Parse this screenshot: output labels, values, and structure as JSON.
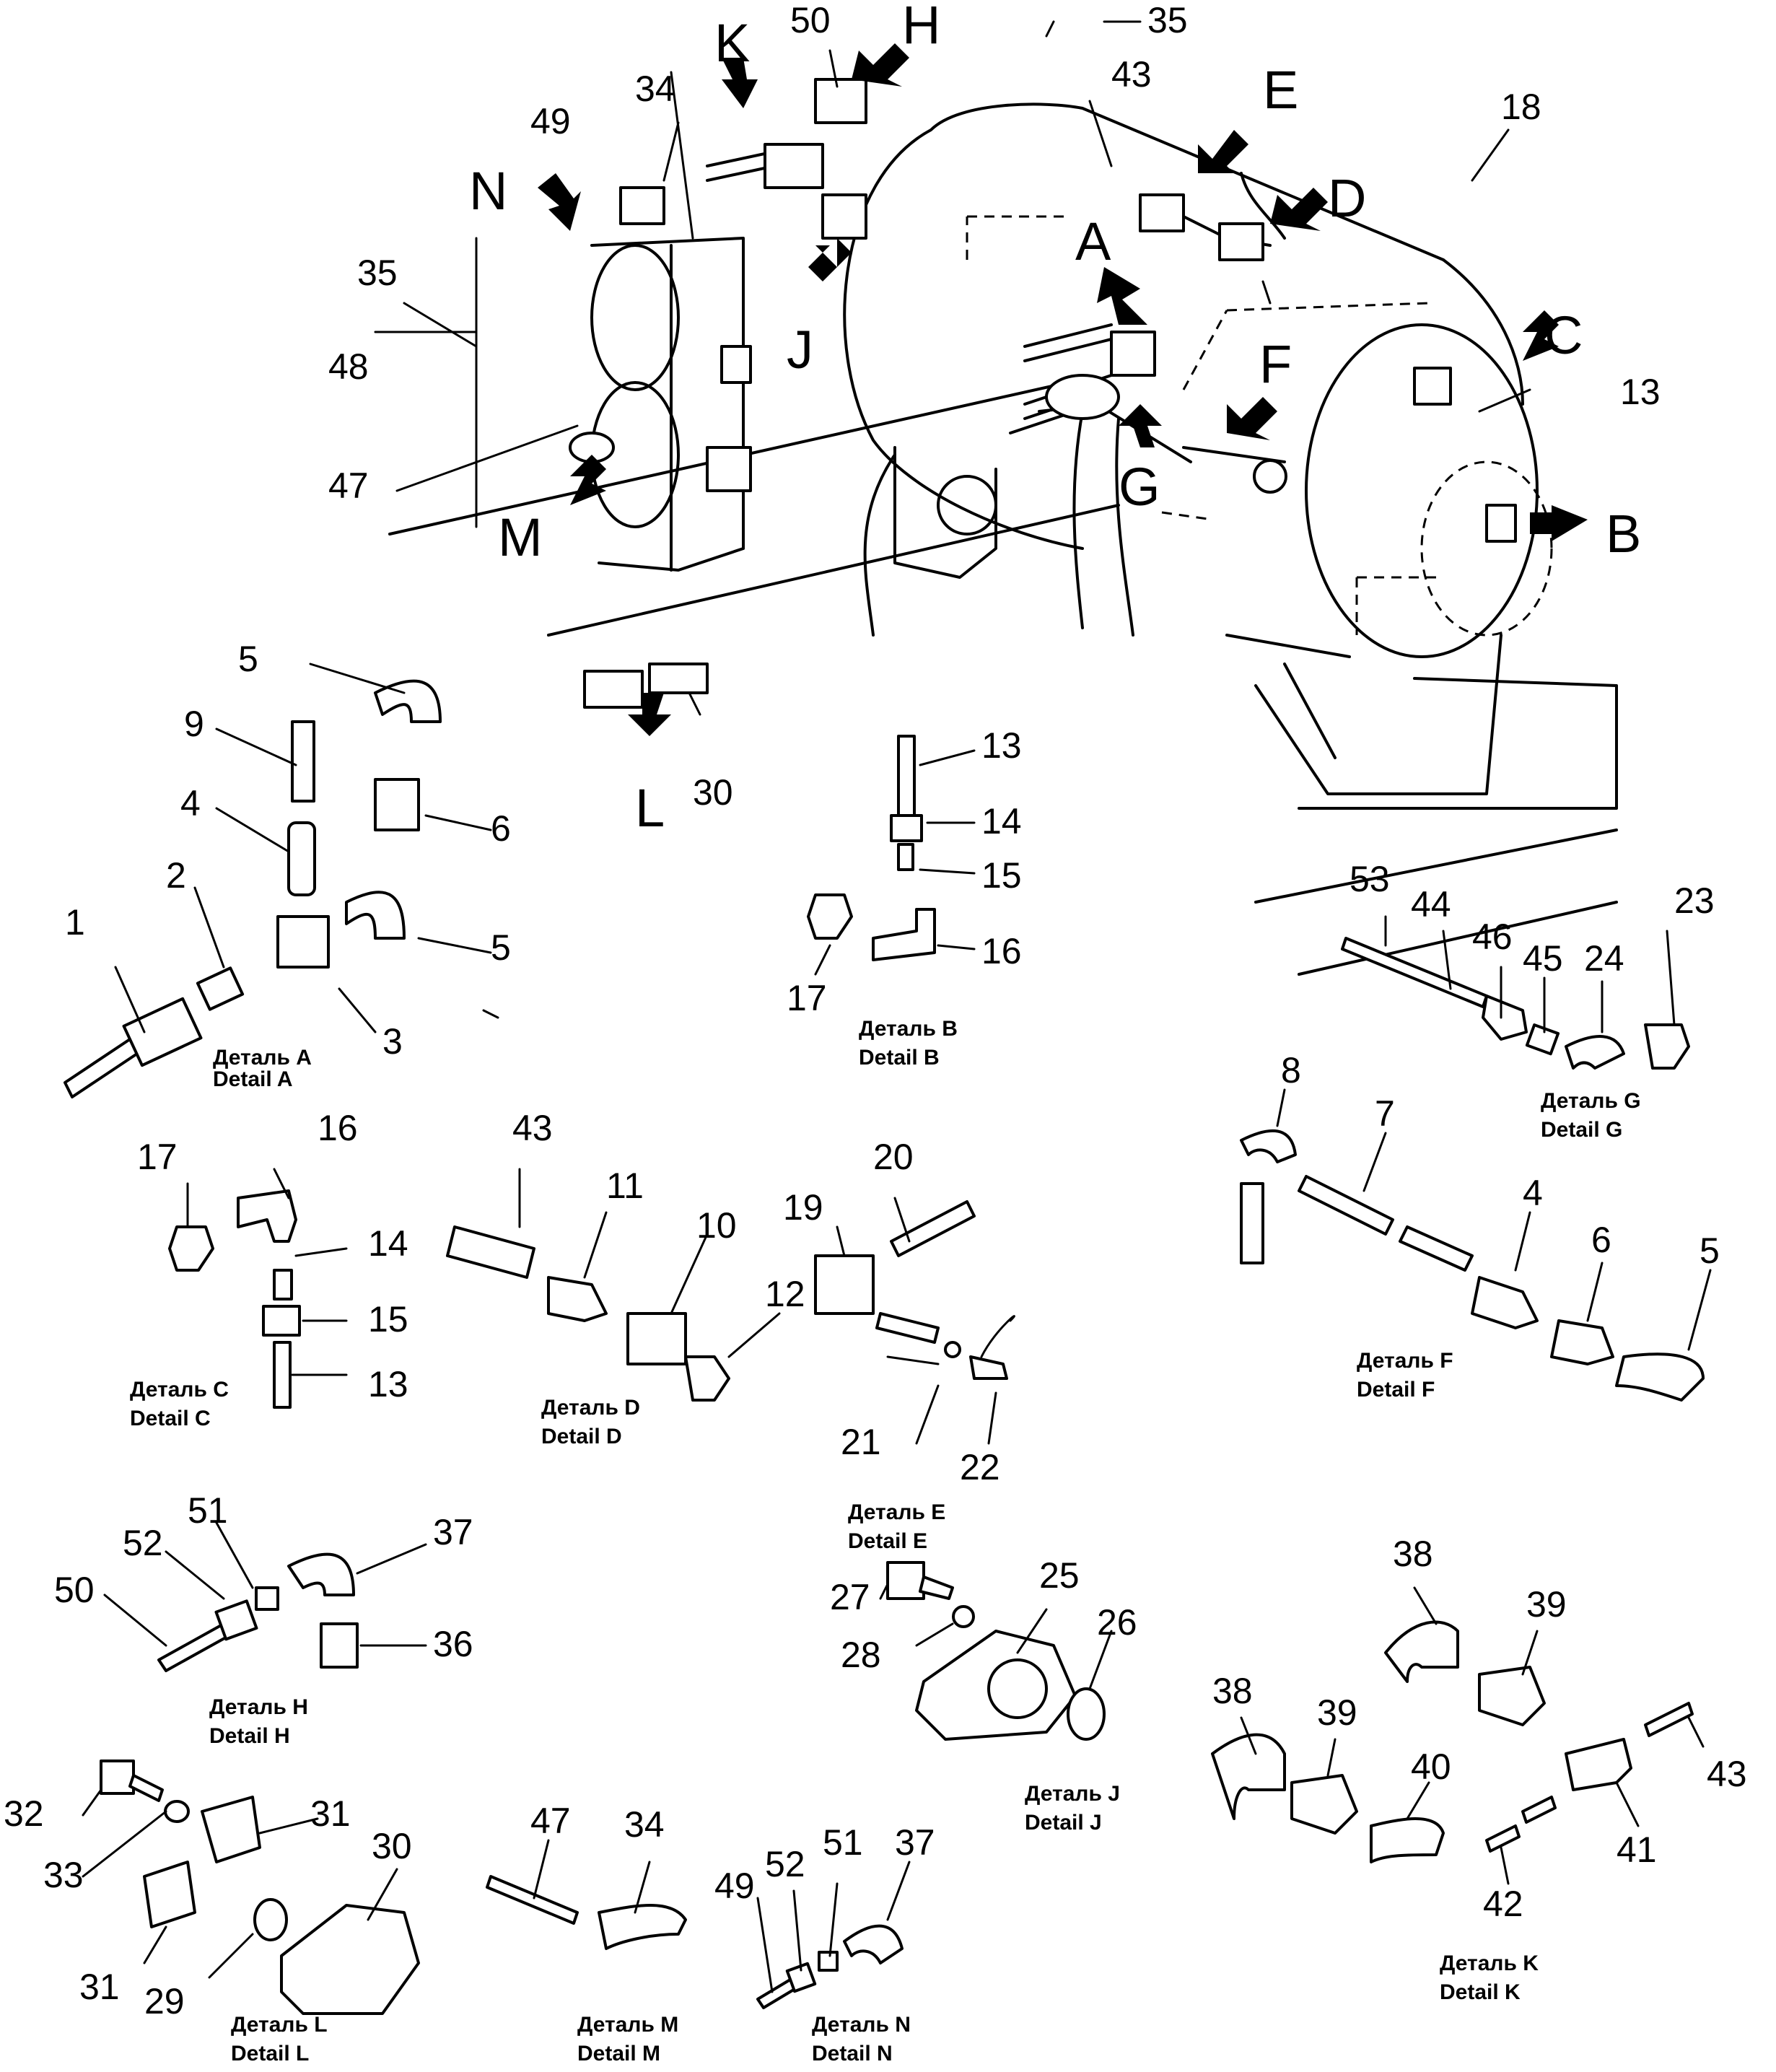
{
  "views": {
    "A": "A",
    "B": "B",
    "C": "C",
    "D": "D",
    "E": "E",
    "F": "F",
    "G": "G",
    "H": "H",
    "J": "J",
    "K": "K",
    "L": "L",
    "M": "M",
    "N": "N"
  },
  "main_callouts": {
    "p35a": "35",
    "p50": "50",
    "p43": "43",
    "p18": "18",
    "p49": "49",
    "p34": "34",
    "p35b": "35",
    "p48": "48",
    "p47": "47",
    "p13": "13",
    "p30": "30"
  },
  "details": {
    "A": {
      "ru": "Деталь A",
      "en": "Detail A",
      "parts": [
        "1",
        "2",
        "3",
        "4",
        "5",
        "5",
        "6",
        "9"
      ]
    },
    "B": {
      "ru": "Деталь B",
      "en": "Detail B",
      "parts": [
        "13",
        "14",
        "15",
        "16",
        "17"
      ]
    },
    "C": {
      "ru": "Деталь C",
      "en": "Detail C",
      "parts": [
        "17",
        "16",
        "14",
        "15",
        "13"
      ]
    },
    "D": {
      "ru": "Деталь D",
      "en": "Detail D",
      "parts": [
        "43",
        "11",
        "10",
        "12"
      ]
    },
    "E": {
      "ru": "Деталь E",
      "en": "Detail E",
      "parts": [
        "19",
        "20",
        "21",
        "22"
      ]
    },
    "F": {
      "ru": "Деталь F",
      "en": "Detail F",
      "parts": [
        "8",
        "7",
        "4",
        "6",
        "5"
      ]
    },
    "G": {
      "ru": "Деталь G",
      "en": "Detail G",
      "parts": [
        "53",
        "44",
        "46",
        "45",
        "24",
        "23"
      ]
    },
    "H": {
      "ru": "Деталь H",
      "en": "Detail H",
      "parts": [
        "52",
        "51",
        "37",
        "50",
        "36"
      ]
    },
    "J": {
      "ru": "Деталь J",
      "en": "Detail J",
      "parts": [
        "25",
        "27",
        "28",
        "26"
      ]
    },
    "K": {
      "ru": "Деталь K",
      "en": "Detail K",
      "parts": [
        "38",
        "39",
        "38",
        "39",
        "40",
        "41",
        "42",
        "43"
      ]
    },
    "L": {
      "ru": "Деталь L",
      "en": "Detail L",
      "parts": [
        "32",
        "33",
        "31",
        "31",
        "30",
        "29"
      ]
    },
    "M": {
      "ru": "Деталь M",
      "en": "Detail M",
      "parts": [
        "47",
        "34"
      ]
    },
    "N": {
      "ru": "Деталь N",
      "en": "Detail N",
      "parts": [
        "49",
        "52",
        "51",
        "37"
      ]
    }
  }
}
